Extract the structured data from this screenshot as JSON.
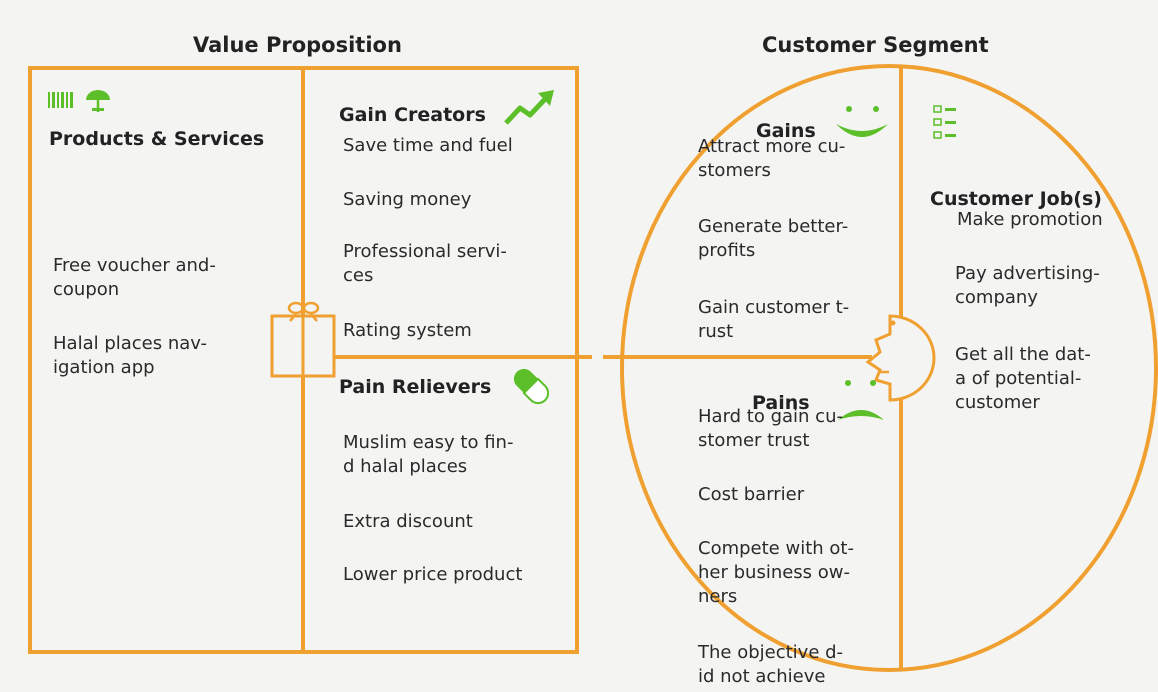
{
  "value_proposition": {
    "title": "Value Proposition",
    "products_services": {
      "heading": "Products & Services",
      "icon": "barcode-umbrella-icon",
      "items": [
        "Free voucher and-\ncoupon",
        "Halal places nav-\nigation app"
      ]
    },
    "gain_creators": {
      "heading": "Gain Creators",
      "icon": "trend-up-icon",
      "items": [
        "Save time and fuel",
        "Saving money",
        "Professional servi-\nces",
        "Rating system"
      ]
    },
    "pain_relievers": {
      "heading": "Pain Relievers",
      "icon": "pill-icon",
      "items": [
        "Muslim easy to fin-\nd halal places",
        "Extra discount",
        "Lower price product"
      ]
    }
  },
  "customer_segment": {
    "title": "Customer Segment",
    "gains": {
      "heading": "Gains",
      "icon": "smile-icon",
      "items": [
        "Attract more cu-\nstomers",
        "Generate better-\nprofits",
        "Gain customer t-\nrust"
      ]
    },
    "pains": {
      "heading": "Pains",
      "icon": "frown-icon",
      "items": [
        "Hard to gain cu-\nstomer trust",
        "Cost barrier",
        "Compete with ot-\nher business ow-\nners",
        "The objective d-\nid not achieve"
      ]
    },
    "customer_jobs": {
      "heading": "Customer Job(s)",
      "icon": "checklist-icon",
      "items": [
        "Make promotion",
        "Pay advertising-\ncompany",
        "Get all the dat-\na of potential-\ncustomer"
      ]
    }
  },
  "colors": {
    "accent": "#f0a030",
    "green": "#5cbf2a",
    "text": "#2a2a2a"
  }
}
